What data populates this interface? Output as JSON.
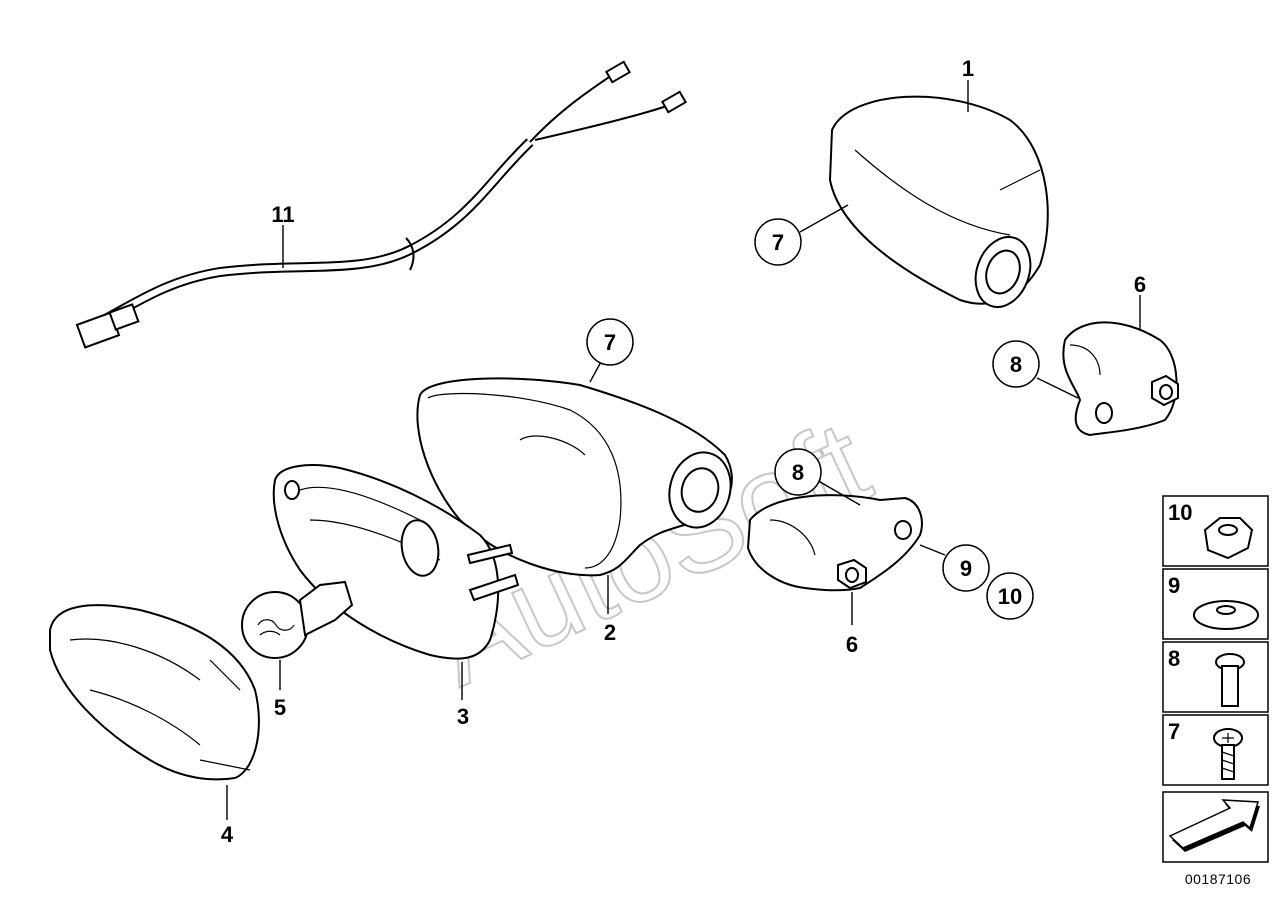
{
  "diagram": {
    "watermark": "AutoSoft",
    "document_number": "00187106",
    "part_labels": [
      "1",
      "2",
      "3",
      "4",
      "5",
      "6",
      "6",
      "11"
    ],
    "callouts": [
      "7",
      "7",
      "8",
      "8",
      "9",
      "10"
    ],
    "legend": [
      "10",
      "9",
      "8",
      "7"
    ]
  }
}
